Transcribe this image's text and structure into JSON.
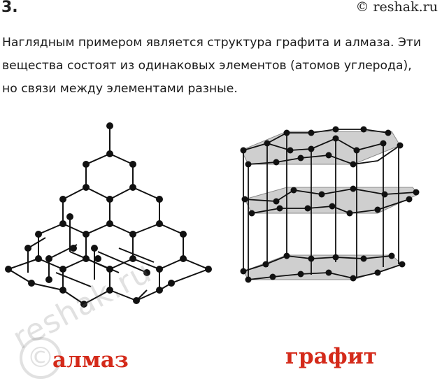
{
  "header": {
    "number": "3.",
    "copyright": "© reshak.ru"
  },
  "text": {
    "lines": [
      "Наглядным примером является структура графита и алмаза. Эти",
      "вещества состоят из одинаковых элементов (атомов углерода),",
      "но связи между элементами разные."
    ]
  },
  "figure": {
    "diamond_label": "алмаз",
    "graphite_label": "графит",
    "watermark": "reshak.ru",
    "watermark_symbol": "©",
    "colors": {
      "caption": "#d42a1a",
      "plane": "#cfcfcf",
      "atom": "#111111"
    }
  }
}
